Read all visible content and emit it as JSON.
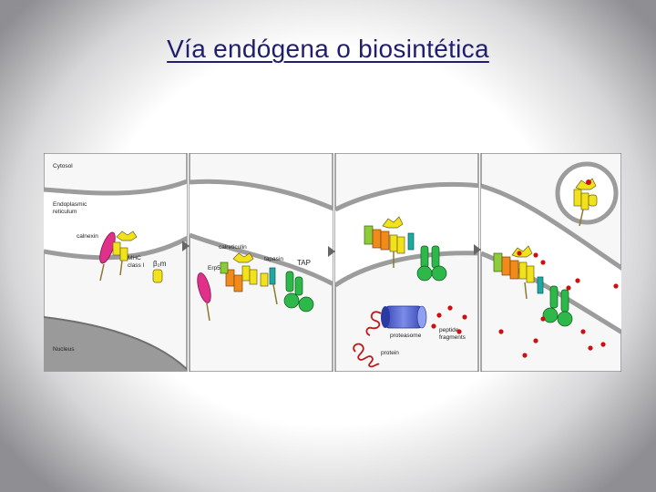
{
  "slide": {
    "title": "Vía endógena o biosintética"
  },
  "diagram": {
    "labels": {
      "cytosol": "Cytosol",
      "er_line1": "Endoplasmic",
      "er_line2": "reticulum",
      "calnexin": "calnexin",
      "mhc_line1": "MHC",
      "mhc_line2": "class I",
      "b2m": "β₂m",
      "nucleus": "Nucleus",
      "calreticulin": "calreticulin",
      "erp57": "Erp57",
      "tapasin": "tapasin",
      "tap": "TAP",
      "proteasome": "proteasome",
      "protein": "protein",
      "peptide_line1": "peptide",
      "peptide_line2": "fragments"
    },
    "colors": {
      "calnexin": "#e0308a",
      "mhc_heavy": "#f2e21c",
      "b2m": "#f2e21c",
      "calreticulin": "#f08a1a",
      "erp57": "#8ecb3a",
      "tapasin": "#20a8a0",
      "tap": "#2fb84a",
      "proteasome": "#5566cc",
      "peptide": "#cc1010",
      "membrane": "#9c9c9c",
      "nucleus": "#9a9a9a"
    }
  }
}
